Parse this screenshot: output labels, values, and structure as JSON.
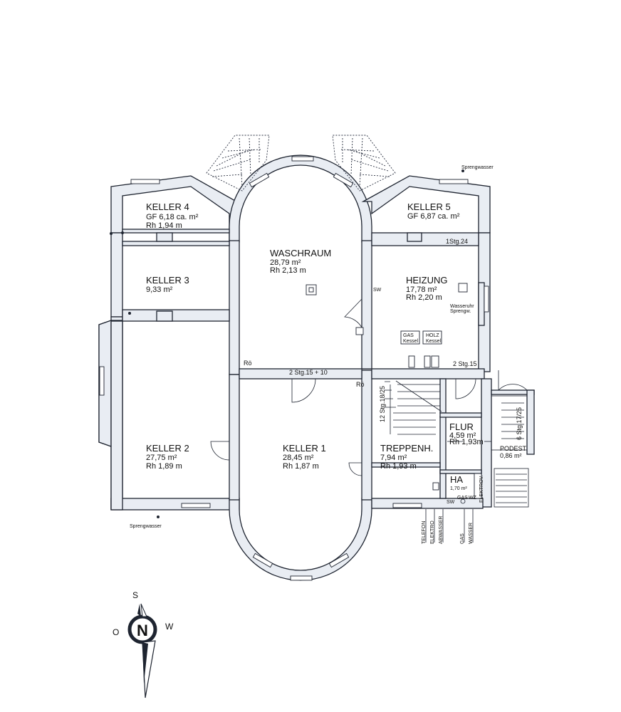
{
  "rooms": {
    "keller4": {
      "name": "KELLER 4",
      "area": "GF 6,18 ca. m²",
      "height": "Rh 1,94 m"
    },
    "keller5": {
      "name": "KELLER 5",
      "area": "GF 6,87 ca. m²"
    },
    "keller3": {
      "name": "KELLER 3",
      "area": "9,33 m²"
    },
    "waschraum": {
      "name": "WASCHRAUM",
      "area": "28,79 m²",
      "height": "Rh 2,13 m"
    },
    "heizung": {
      "name": "HEIZUNG",
      "area": "17,78 m²",
      "height": "Rh 2,20  m"
    },
    "keller2": {
      "name": "KELLER 2",
      "area": "27,75 m²",
      "height": "Rh 1,89 m"
    },
    "keller1": {
      "name": "KELLER 1",
      "area": "28,45 m²",
      "height": "Rh 1,87 m"
    },
    "treppenhaus": {
      "name": "TREPPENH.",
      "area": "7,94 m²",
      "height": "Rh 1,93 m"
    },
    "flur": {
      "name": "FLUR",
      "area": "4,59 m²",
      "height": "Rh 1,93m"
    },
    "ha": {
      "name": "HA",
      "area": "1,70 m²"
    },
    "podest": {
      "name": "PODEST",
      "area": "0,86 m²"
    }
  },
  "labels": {
    "sprengwasser_top": "Sprengwasser",
    "sprengwasser_bottom": "Sprengwasser",
    "stg_24": "1Stg.24",
    "stg_15": "2 Stg.15",
    "stg_15_10": "2 Stg.15 + 10",
    "stg_18_25": "12 Stg.18/25",
    "stg_17_25": "6 Stg.17/25",
    "ro_1": "Rö",
    "ro_2": "Rö",
    "sw_wasch": "SW",
    "sw_ha": "SW",
    "gas_kessel_1": "GAS",
    "gas_kessel_2": "Kessel",
    "holz_kessel_1": "HOLZ",
    "holz_kessel_2": "Kessel",
    "wasseruhr_1": "Wasseruhr",
    "wasseruhr_2": "Sprengw.",
    "ha_gas": "GAS",
    "ha_wz": "WZ",
    "ha_elektrov": "ELEKTROV.",
    "lines": [
      "TELEFON",
      "ELEKTRO",
      "ABWASSER",
      "GAS",
      "WASSER"
    ]
  },
  "compass": {
    "n": "N",
    "s": "S",
    "o": "O",
    "w": "W"
  }
}
